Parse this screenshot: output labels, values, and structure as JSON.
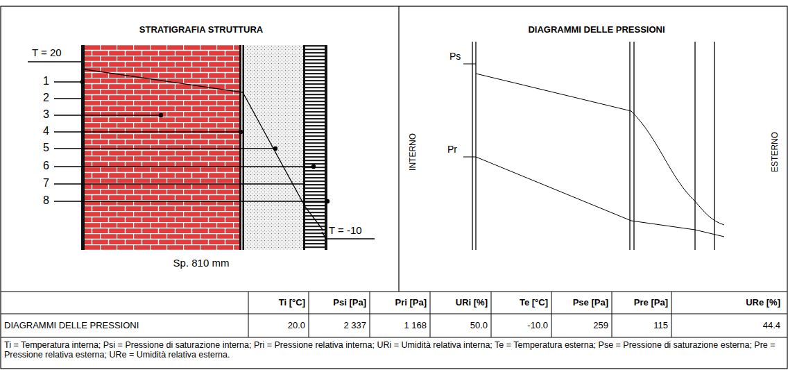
{
  "diagram": {
    "labels": [
      "STRATIGRAFIA STRUTTURA",
      "T = 20",
      "1",
      "2",
      "3",
      "4",
      "5",
      "6",
      "7",
      "8",
      "T = -10",
      "Sp. 810 mm",
      "DIAGRAMMI DELLE PRESSIONI",
      "Ps",
      "Pr",
      "INTERNO",
      "ESTERNO",
      "Ti [°C]",
      "Psi [Pa]",
      "Pri [Pa]",
      "URi [%]",
      "Te [°C]",
      "Pse [Pa]",
      "Pre [Pa]",
      "URe [%]",
      "DIAGRAMMI DELLE PRESSIONI",
      "20.0",
      "2 337",
      "1 168",
      "50.0",
      "-10.0",
      "259",
      "115",
      "44.4",
      "Ti = Temperatura interna; Psi = Pressione di saturazione interna; Pri = Pressione relativa interna; URi = Umidità relativa interna; Te = Temperatura esterna; Pse = Pressione di saturazione esterna; Pre = Pressione relativa esterna; URe = Umidità relativa esterna."
    ]
  }
}
